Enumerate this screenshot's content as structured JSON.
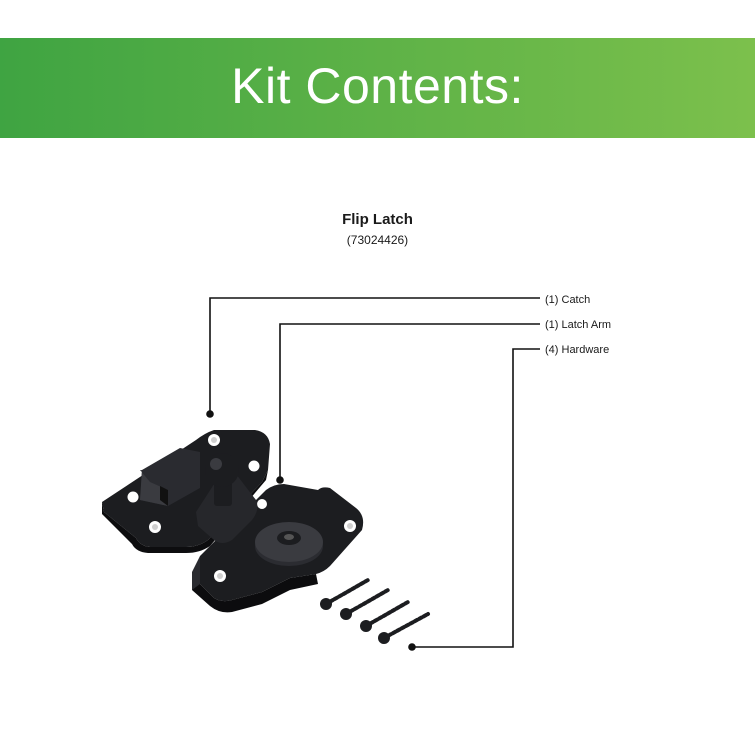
{
  "banner": {
    "title": "Kit Contents:",
    "color_start": "#3fa442",
    "color_end": "#7cc04c"
  },
  "product": {
    "name": "Flip Latch",
    "sku": "(73024426)"
  },
  "callouts": [
    {
      "label": "(1) Catch"
    },
    {
      "label": "(1) Latch Arm"
    },
    {
      "label": "(4) Hardware"
    }
  ],
  "colors": {
    "part": "#1c1d20",
    "part_highlight": "#3a3b40",
    "line": "#111111"
  }
}
